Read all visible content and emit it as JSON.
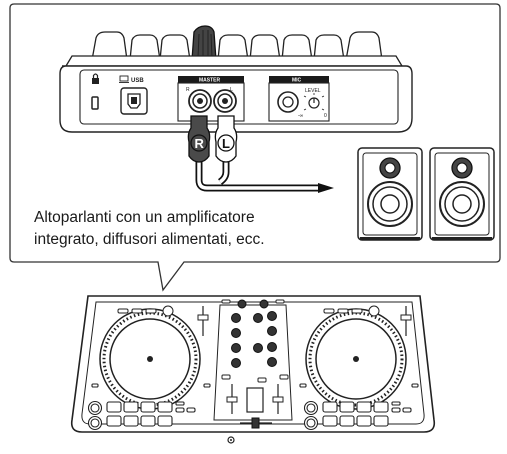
{
  "panel": {
    "usb_label": "USB",
    "master_label": "MASTER",
    "master_right": "R",
    "master_left": "L",
    "mic_label": "MIC",
    "level_label": "LEVEL",
    "level_min": "-∞",
    "level_max": "0"
  },
  "cable": {
    "right_plug": "R",
    "left_plug": "L"
  },
  "caption": {
    "line1": "Altoparlanti con un amplificatore",
    "line2": "integrato, diffusori alimentati, ecc."
  }
}
